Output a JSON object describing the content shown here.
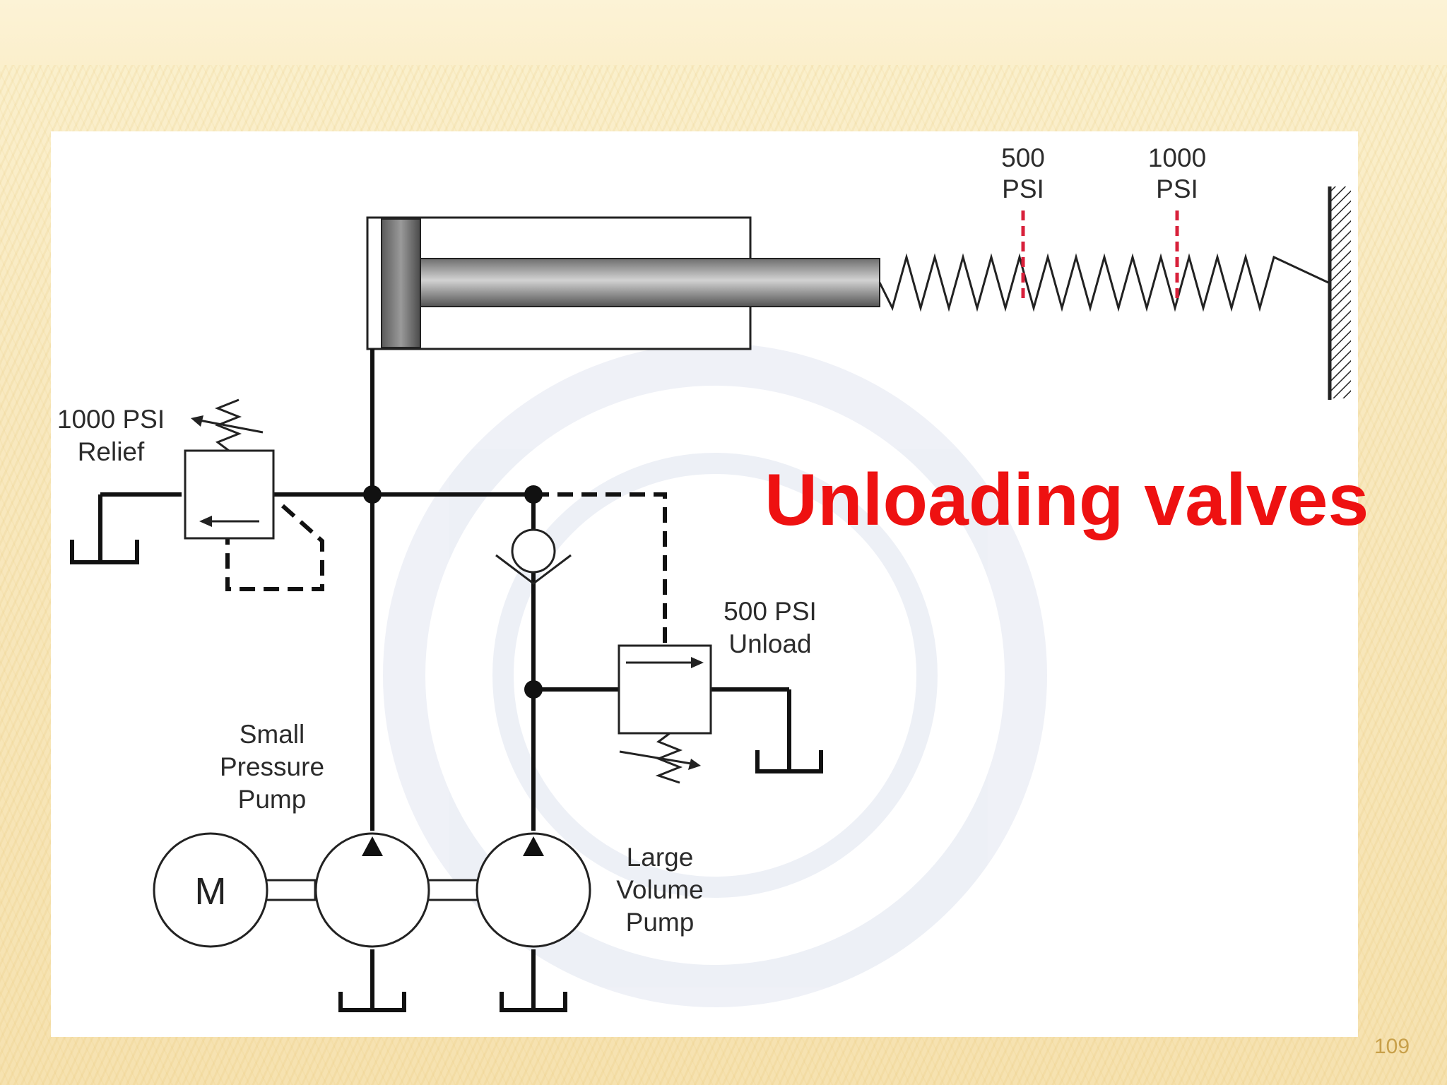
{
  "slide": {
    "title": "Unloading valves",
    "page_number": "109",
    "title_color": "#ee1111",
    "page_number_color": "#c8a04a"
  },
  "diagram": {
    "spring_marks": {
      "mark_500": [
        "500",
        "PSI"
      ],
      "mark_1000": [
        "1000",
        "PSI"
      ],
      "mark_color": "#d8203a"
    },
    "relief_valve": {
      "label": [
        "1000 PSI",
        "Relief"
      ]
    },
    "unload_valve": {
      "label": [
        "500 PSI",
        "Unload"
      ]
    },
    "small_pump": {
      "label": [
        "Small",
        "Pressure",
        "Pump"
      ]
    },
    "large_pump": {
      "label": [
        "Large",
        "Volume",
        "Pump"
      ]
    },
    "motor": {
      "label": "M"
    }
  }
}
